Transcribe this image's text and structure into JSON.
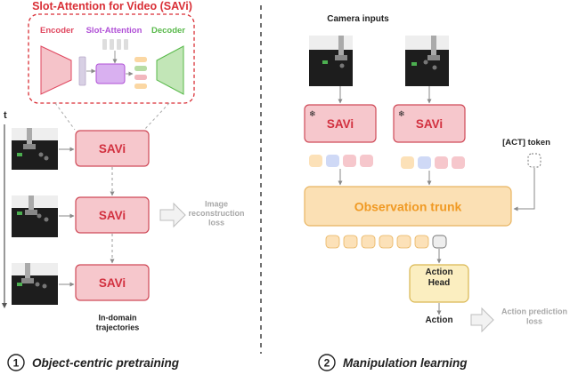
{
  "left": {
    "savi_box_title": "Slot-Attention for Video (SAVi)",
    "encoder_label": "Encoder",
    "slot_attention_label": "Slot-Attention",
    "decoder_label": "Decoder",
    "time_label": "t",
    "savi_block_label": "SAVi",
    "image_loss_label": "Image\nreconstruction\nloss",
    "in_domain_label": "In-domain\ntrajectories",
    "section_number": "1",
    "section_title": "Object-centric pretraining"
  },
  "right": {
    "camera_inputs_label": "Camera inputs",
    "savi_block_label": "SAVi",
    "act_token_label": "[ACT] token",
    "observation_trunk_label": "Observation trunk",
    "action_head_label": "Action\nHead",
    "action_label": "Action",
    "action_loss_label": "Action prediction\nloss",
    "section_number": "2",
    "section_title": "Manipulation learning"
  },
  "colors": {
    "savi_fill": "#f6c7cc",
    "savi_stroke": "#cf4a58",
    "savi_text": "#d2303f",
    "title_red": "#d92f36",
    "encoder_red": "#e0475f",
    "slot_purple": "#b04fd6",
    "decoder_green": "#58b94a",
    "trunk_fill": "#fbe0b4",
    "trunk_stroke": "#e8b460",
    "trunk_text": "#f09a24",
    "head_fill": "#fbeec0",
    "head_stroke": "#d9b650",
    "arrow_gray": "#8a8a8a",
    "loss_gray": "#a8a8a8"
  },
  "icons": [
    "snowflake-icon",
    "block-arrow-icon",
    "robot-scene-image"
  ]
}
